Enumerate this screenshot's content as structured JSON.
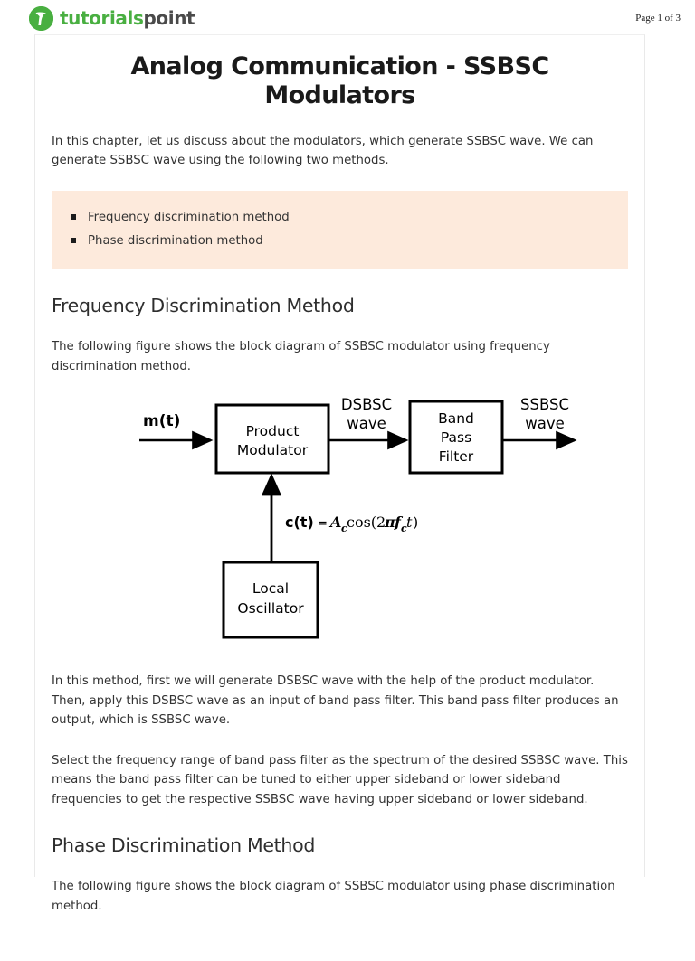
{
  "header": {
    "brand_primary": "tutorials",
    "brand_secondary": "point",
    "brand_mark_icon": "tutorialspoint-logo-icon",
    "page_count": "Page 1 of 3"
  },
  "document": {
    "title": "Analog Communication - SSBSC Modulators",
    "intro": "In this chapter, let us discuss about the modulators, which generate SSBSC wave. We can generate SSBSC wave using the following two methods.",
    "methods_callout": {
      "background_color": "#fdeadc",
      "items": [
        "Frequency discrimination method",
        "Phase discrimination method"
      ]
    },
    "sections": [
      {
        "heading": "Frequency Discrimination Method",
        "intro": "The following figure shows the block diagram of SSBSC modulator using frequency discrimination method.",
        "paragraphs": [
          "In this method, first we will generate DSBSC wave with the help of the product modulator. Then, apply this DSBSC wave as an input of band pass filter. This band pass filter produces an output, which is SSBSC wave.",
          "Select the frequency range of band pass filter as the spectrum of the desired SSBSC wave. This means the band pass filter can be tuned to either upper sideband or lower sideband frequencies to get the respective SSBSC wave having upper sideband or lower sideband."
        ]
      },
      {
        "heading": "Phase Discrimination Method",
        "intro": "The following figure shows the block diagram of SSBSC modulator using phase discrimination method.",
        "paragraphs": []
      }
    ]
  },
  "figure1": {
    "name": "ssbsc-frequency-discrimination-block-diagram",
    "input_label": "m(t)",
    "block_product_modulator_line1": "Product",
    "block_product_modulator_line2": "Modulator",
    "signal_label_1_line1": "DSBSC",
    "signal_label_1_line2": "wave",
    "block_band_pass_filter_line1": "Band",
    "block_band_pass_filter_line2": "Pass",
    "block_band_pass_filter_line3": "Filter",
    "output_label_line1": "SSBSC",
    "output_label_line2": "wave",
    "carrier_label": "c(t)",
    "carrier_equals": "=",
    "carrier_amplitude": "A",
    "carrier_amplitude_sub": "c",
    "carrier_cos": "cos(2",
    "carrier_pi": "π",
    "carrier_f": "f",
    "carrier_f_sub": "c",
    "carrier_t": "t)",
    "block_local_oscillator_line1": "Local",
    "block_local_oscillator_line2": "Oscillator"
  }
}
